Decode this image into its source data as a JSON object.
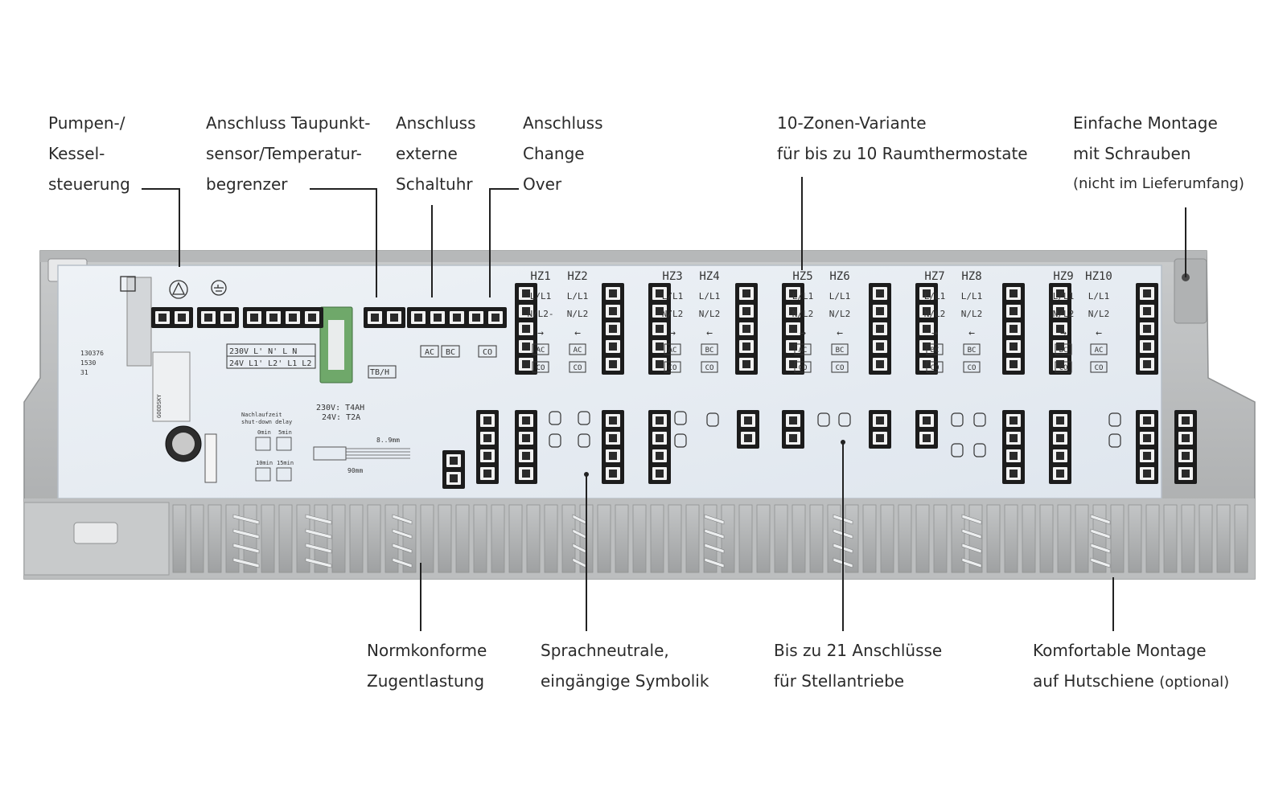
{
  "callouts": {
    "pump": {
      "lines": [
        "Pumpen-/",
        "Kessel-",
        "steuerung"
      ]
    },
    "dewpoint": {
      "lines": [
        "Anschluss Taupunkt-",
        "sensor/Temperatur-",
        "begrenzer"
      ]
    },
    "timer": {
      "lines": [
        "Anschluss",
        "externe",
        "Schaltuhr"
      ]
    },
    "changeover": {
      "lines": [
        "Anschluss",
        "Change",
        "Over"
      ]
    },
    "zones": {
      "lines": [
        "10-Zonen-Variante",
        "für bis zu 10 Raumthermostate"
      ]
    },
    "screws": {
      "lines": [
        "Einfache Montage",
        "mit Schrauben",
        "(nicht im Lieferumfang)"
      ]
    },
    "strain": {
      "lines": [
        "Normkonforme",
        "Zugentlastung"
      ]
    },
    "symbols": {
      "lines": [
        "Sprachneutrale,",
        "eingängige Symbolik"
      ]
    },
    "actuators": {
      "lines": [
        "Bis zu 21 Anschlüsse",
        "für Stellantriebe"
      ]
    },
    "din": {
      "lines": [
        "Komfortable Montage",
        "auf Hutschiene"
      ],
      "note": "(optional)"
    }
  },
  "board": {
    "zones": [
      "HZ1",
      "HZ2",
      "HZ3",
      "HZ4",
      "HZ5",
      "HZ6",
      "HZ7",
      "HZ8",
      "HZ9",
      "HZ10"
    ],
    "terminal_labels": {
      "l": "L/L1",
      "n": "N/L2",
      "n_first": "N/L2-",
      "in": "→",
      "out": "←"
    },
    "badges": [
      "AC",
      "BC",
      "CO"
    ],
    "power_rows": [
      "230V  L'  N'  L   N",
      "24V  L1' L2' L1  L2"
    ],
    "fuse": [
      "230V: T4AH",
      "24V: T2A"
    ],
    "tb": "TB/H",
    "serial": [
      "130376",
      "1530",
      "31"
    ],
    "delay": {
      "title": [
        "Nachlaufzeit",
        "shut-down delay"
      ],
      "options": [
        "0min",
        "5min",
        "10min",
        "15min"
      ]
    },
    "strip": {
      "top": "8..9mm",
      "bottom": "90mm"
    },
    "relay": "GOODSKY"
  }
}
